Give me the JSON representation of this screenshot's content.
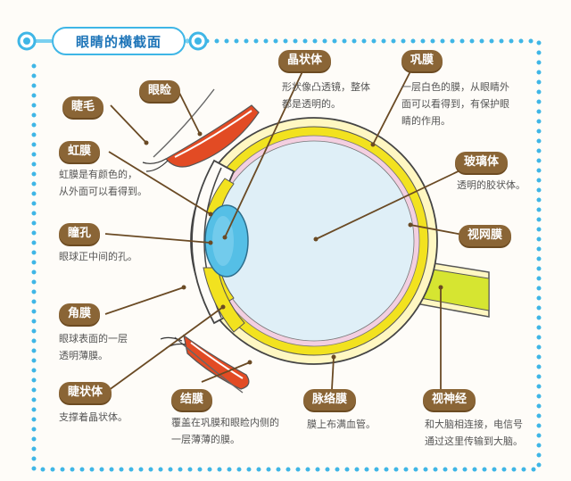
{
  "title": "眼睛的横截面",
  "labels": {
    "eyelash": {
      "name": "睫毛"
    },
    "eyelid": {
      "name": "眼睑"
    },
    "iris": {
      "name": "虹膜",
      "desc": [
        "虹膜是有颜色的，",
        "从外面可以看得到。"
      ]
    },
    "pupil": {
      "name": "瞳孔",
      "desc": [
        "眼球正中间的孔。"
      ]
    },
    "cornea": {
      "name": "角膜",
      "desc": [
        "眼球表面的一层",
        "透明薄膜。"
      ]
    },
    "ciliary": {
      "name": "睫状体",
      "desc": [
        "支撑着晶状体。"
      ]
    },
    "conjunctiva": {
      "name": "结膜",
      "desc": [
        "覆盖在巩膜和眼睑内侧的",
        "一层薄薄的膜。"
      ]
    },
    "lens": {
      "name": "晶状体",
      "desc": [
        "形状像凸透镜，整体",
        "都是透明的。"
      ]
    },
    "sclera": {
      "name": "巩膜",
      "desc": [
        "一层白色的膜，从眼睛外",
        "面可以看得到，有保护眼",
        "睛的作用。"
      ]
    },
    "vitreous": {
      "name": "玻璃体",
      "desc": [
        "透明的胶状体。"
      ]
    },
    "retina": {
      "name": "视网膜"
    },
    "choroid": {
      "name": "脉络膜",
      "desc": [
        "膜上布满血管。"
      ]
    },
    "optic_nerve": {
      "name": "视神经",
      "desc": [
        "和大脑相连接，电信号",
        "通过这里传输到大脑。"
      ]
    }
  },
  "colors": {
    "frame_dots": "#3fb6e6",
    "tag_bg": "#8a6536",
    "sclera": "#fff7c2",
    "choroid_yellow": "#f2e21f",
    "retina_pink": "#f3cfe0",
    "vitreous": "#dfeff7",
    "lens": "#55bfe6",
    "eyelid": "#e24b24",
    "optic_nerve": "#d6e531"
  }
}
